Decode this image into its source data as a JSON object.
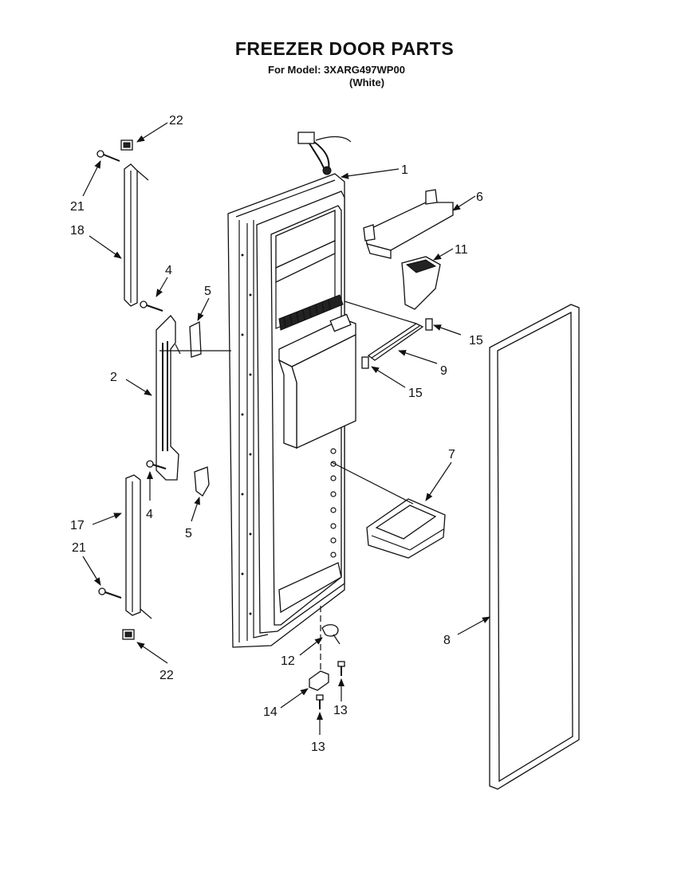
{
  "header": {
    "title": "FREEZER DOOR PARTS",
    "model_line": "For Model: 3XARG497WP00",
    "color_line": "(White)"
  },
  "callouts": {
    "c1": "1",
    "c2": "2",
    "c4a": "4",
    "c4b": "4",
    "c5a": "5",
    "c5b": "5",
    "c6": "6",
    "c7": "7",
    "c8": "8",
    "c9": "9",
    "c11": "11",
    "c12": "12",
    "c13a": "13",
    "c13b": "13",
    "c14": "14",
    "c15a": "15",
    "c15b": "15",
    "c17": "17",
    "c18": "18",
    "c21a": "21",
    "c21b": "21",
    "c22a": "22",
    "c22b": "22"
  }
}
